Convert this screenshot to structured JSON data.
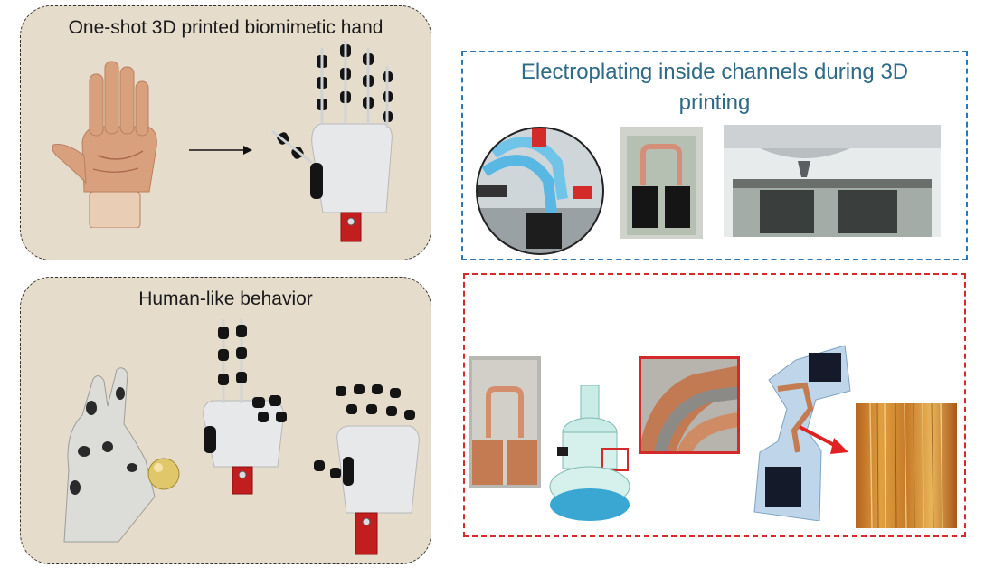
{
  "panels": {
    "top_left": {
      "title": "One-shot 3D printed biomimetic hand",
      "bg": "#e6dccc"
    },
    "bottom_left": {
      "title": "Human-like behavior",
      "bg": "#e6dccc"
    },
    "top_right": {
      "title_line1": "Electroplating inside channels during 3D",
      "title_line2": "printing",
      "title_color": "#2f6a86",
      "border_color": "#2d78b4"
    },
    "bottom_right": {
      "border_color": "#d42a2a"
    }
  },
  "icons": {
    "process_arrow": "right-arrow-icon",
    "zoom_arrow": "red-arrow-icon"
  }
}
